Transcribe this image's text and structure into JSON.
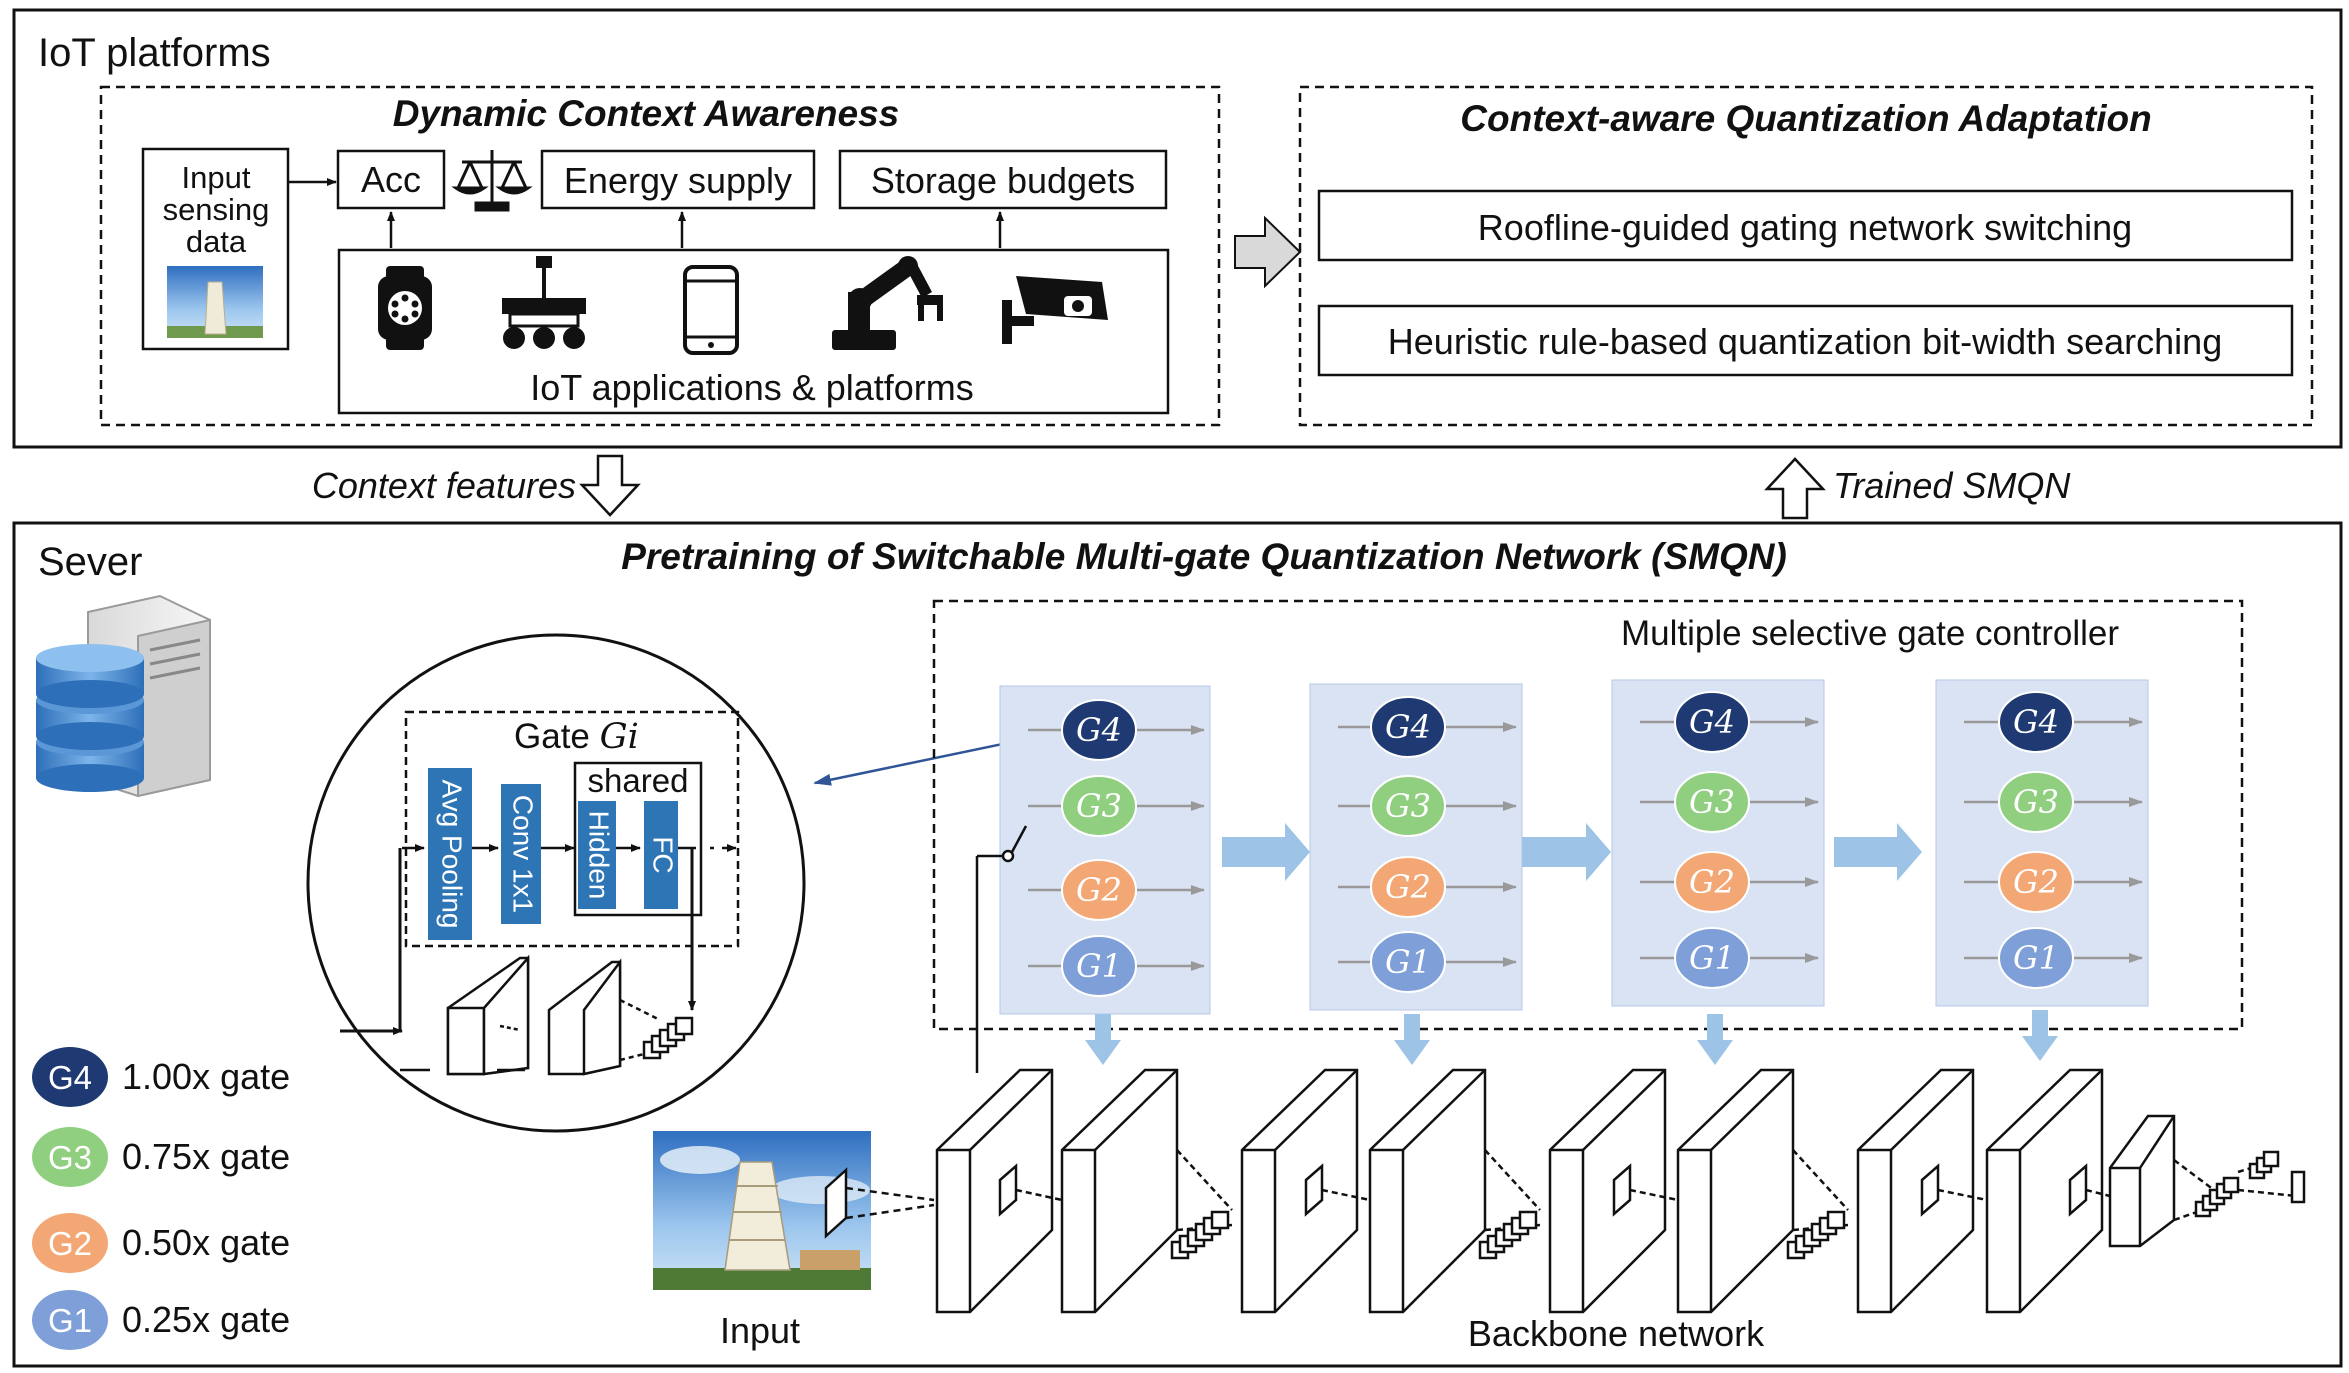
{
  "iot_panel": {
    "title": "IoT platforms",
    "dca": {
      "title": "Dynamic Context Awareness",
      "input_label": [
        "Input",
        "sensing",
        "data"
      ],
      "acc": "Acc",
      "energy": "Energy supply",
      "storage": "Storage budgets",
      "apps": "IoT applications & platforms",
      "devices": [
        "smartwatch-icon",
        "robot-rover-icon",
        "smartphone-icon",
        "robot-arm-icon",
        "security-camera-icon"
      ],
      "scale_icon": "balance-scale-icon",
      "input_image": "tower-photo-icon"
    },
    "cqa": {
      "title": "Context-aware Quantization Adaptation",
      "item1": "Roofline-guided gating network switching",
      "item2": "Heuristic rule-based quantization bit-width searching"
    }
  },
  "flows": {
    "context_features": "Context features",
    "trained_smqn": "Trained SMQN"
  },
  "server_panel": {
    "title": "Sever",
    "pretrain_title": "Pretraining of Switchable Multi-gate Quantization Network (SMQN)",
    "server_icon": "database-server-icon",
    "gate_detail": {
      "title_prefix": "Gate ",
      "title_var": "Gi",
      "shared": "shared",
      "blocks": [
        "Avg Pooling",
        "Conv 1x1",
        "Hidden",
        "FC"
      ]
    },
    "controller_title": "Multiple selective gate controller",
    "gates": [
      {
        "id": "G4",
        "color": "#1f3a73"
      },
      {
        "id": "G3",
        "color": "#8fcf7f"
      },
      {
        "id": "G2",
        "color": "#f3a774"
      },
      {
        "id": "G1",
        "color": "#7e9fd8"
      }
    ],
    "legend": [
      {
        "id": "G4",
        "label": "1.00x gate",
        "color": "#1f3a73"
      },
      {
        "id": "G3",
        "label": "0.75x gate",
        "color": "#8fcf7f"
      },
      {
        "id": "G2",
        "label": "0.50x gate",
        "color": "#f3a774"
      },
      {
        "id": "G1",
        "label": "0.25x gate",
        "color": "#7e9fd8"
      }
    ],
    "input_label": "Input",
    "backbone_label": "Backbone network"
  },
  "colors": {
    "block_blue": "#2e75b6",
    "panel_blue": "#dae3f3",
    "arrow_blue": "#9dc3e6",
    "gray_arrow": "#d9d9d9",
    "pointer_blue": "#2f5597"
  }
}
